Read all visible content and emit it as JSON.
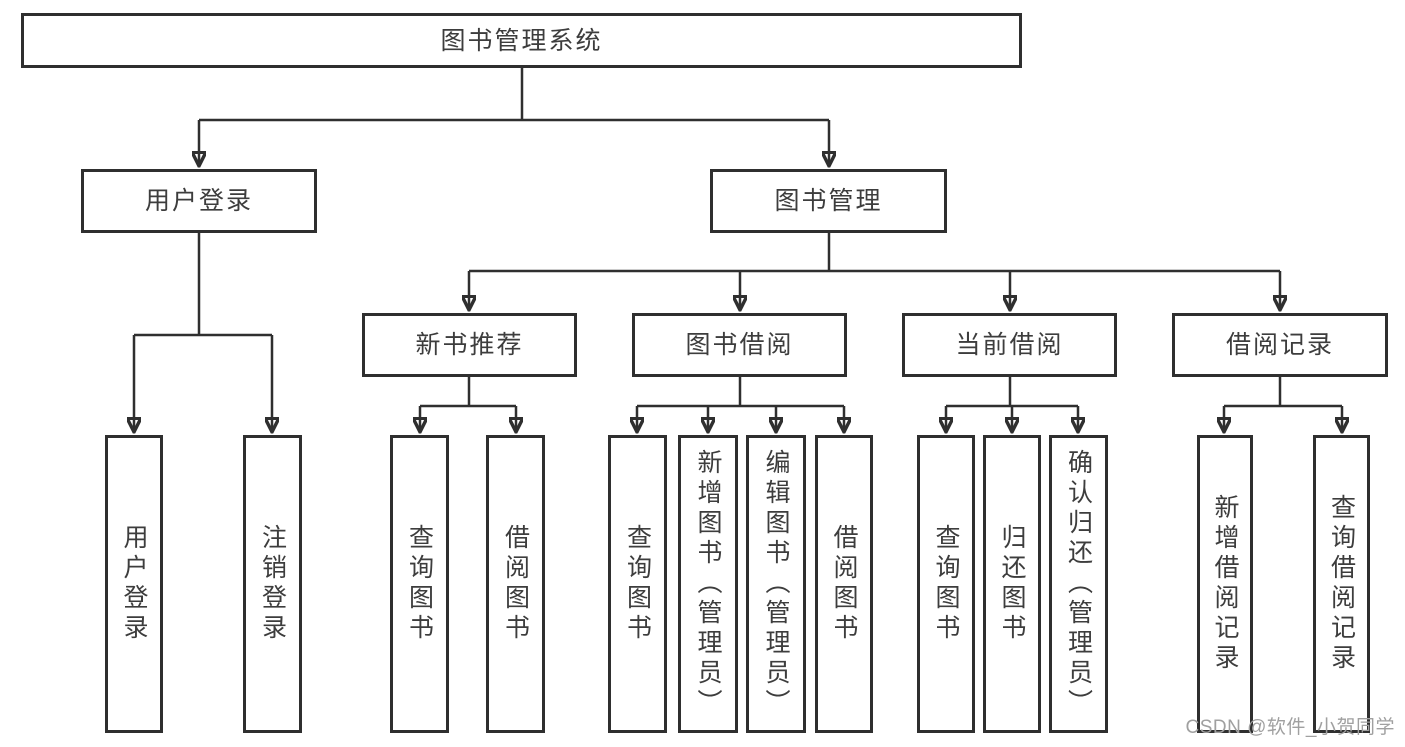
{
  "nodes": {
    "root": "图书管理系统",
    "user_login": "用户登录",
    "book_mgmt": "图书管理",
    "new_book_rec": "新书推荐",
    "book_borrow": "图书借阅",
    "current_borrow": "当前借阅",
    "borrow_record": "借阅记录",
    "leaves": {
      "user_login": [
        "用户登录",
        "注销登录"
      ],
      "new_book_rec": [
        "查询图书",
        "借阅图书"
      ],
      "book_borrow": [
        "查询图书",
        "新增图书（管理员）",
        "编辑图书（管理员）",
        "借阅图书"
      ],
      "current_borrow": [
        "查询图书",
        "归还图书",
        "确认归还（管理员）"
      ],
      "borrow_record": [
        "新增借阅记录",
        "查询借阅记录"
      ]
    }
  },
  "watermark": "CSDN @软件_小贺同学",
  "colors": {
    "line": "#2f2f2f",
    "border": "#2f2f2f",
    "text": "#3d3d3d",
    "watermark": "#a0a0a0",
    "background": "#ffffff"
  }
}
